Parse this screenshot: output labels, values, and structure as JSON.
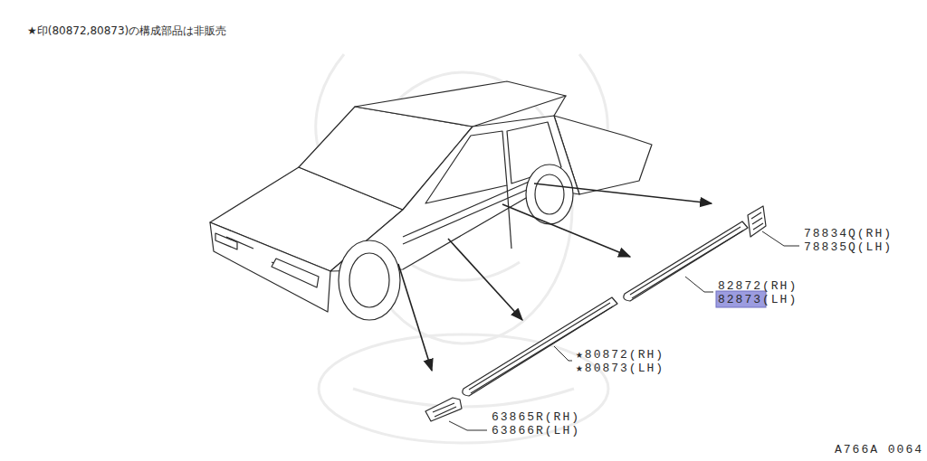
{
  "diagram": {
    "labels": [
      "★印(80872,80873)の構成部品は非販売",
      "78834Q(RH)",
      "78835Q(LH)",
      "82872(RH)",
      "82873(LH)",
      "★80872(RH)",
      "★80873(LH)",
      "63865R(RH)",
      "63866R(LH)",
      "A766A 0064"
    ]
  }
}
